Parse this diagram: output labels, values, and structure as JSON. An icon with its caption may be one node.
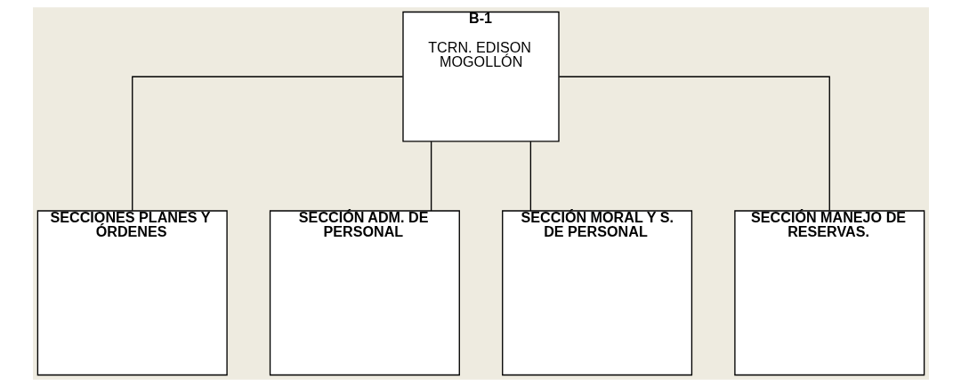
{
  "diagram": {
    "nodes": [
      {
        "text": [
          "B-1",
          "TCRN. EDISON MOGOLLÓN"
        ]
      },
      {
        "text": [
          "SECCIONES PLANES Y ÓRDENES"
        ]
      },
      {
        "text": [
          "SECCIÓN ADM. DE PERSONAL"
        ]
      },
      {
        "text": [
          "SECCIÓN MORAL Y S. DE PERSONAL"
        ]
      },
      {
        "text": [
          "SECCIÓN MANEJO DE RESERVAS."
        ]
      }
    ],
    "edges": [
      {
        "from": 0,
        "to": 1,
        "arrow": "none"
      },
      {
        "from": 0,
        "to": 2,
        "arrow": "none"
      },
      {
        "from": 0,
        "to": 3,
        "arrow": "none"
      },
      {
        "from": 0,
        "to": 4,
        "arrow": "none"
      }
    ]
  }
}
